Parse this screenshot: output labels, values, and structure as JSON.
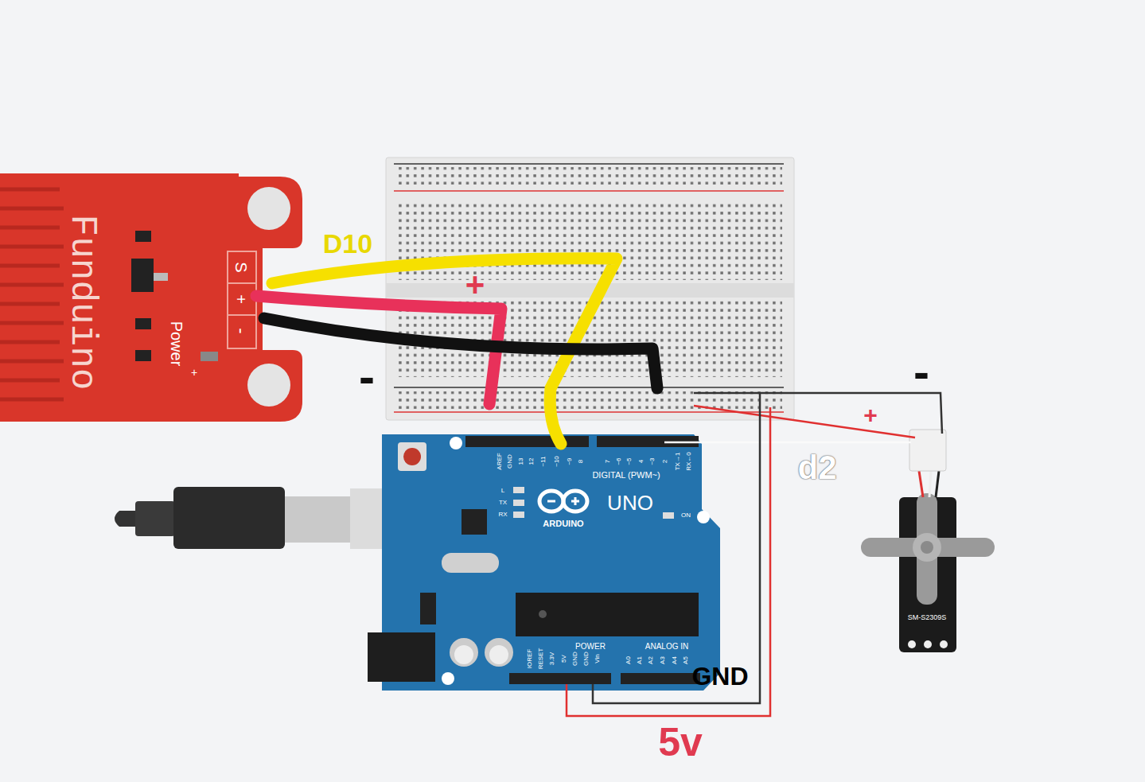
{
  "diagram": {
    "labels": [
      "Funduino",
      "S",
      "+",
      "-",
      "Power",
      "+",
      "D10",
      "+",
      "-",
      "-",
      "+",
      "d2",
      "GND",
      "5v",
      "UNO",
      "ARDUINO",
      "DIGITAL (PWM~)",
      "POWER",
      "ANALOG IN",
      "SM-S2309S",
      "L",
      "TX",
      "RX",
      "ON",
      "AREF",
      "GND",
      "13",
      "12",
      "~11",
      "~10",
      "~9",
      "8",
      "7",
      "~6",
      "~5",
      "4",
      "~3",
      "2",
      "TX→1",
      "RX←0",
      "IOREF",
      "RESET",
      "3.3V",
      "5V",
      "GND",
      "GND",
      "Vin",
      "A0",
      "A1",
      "A2",
      "A3",
      "A4",
      "A5"
    ]
  }
}
